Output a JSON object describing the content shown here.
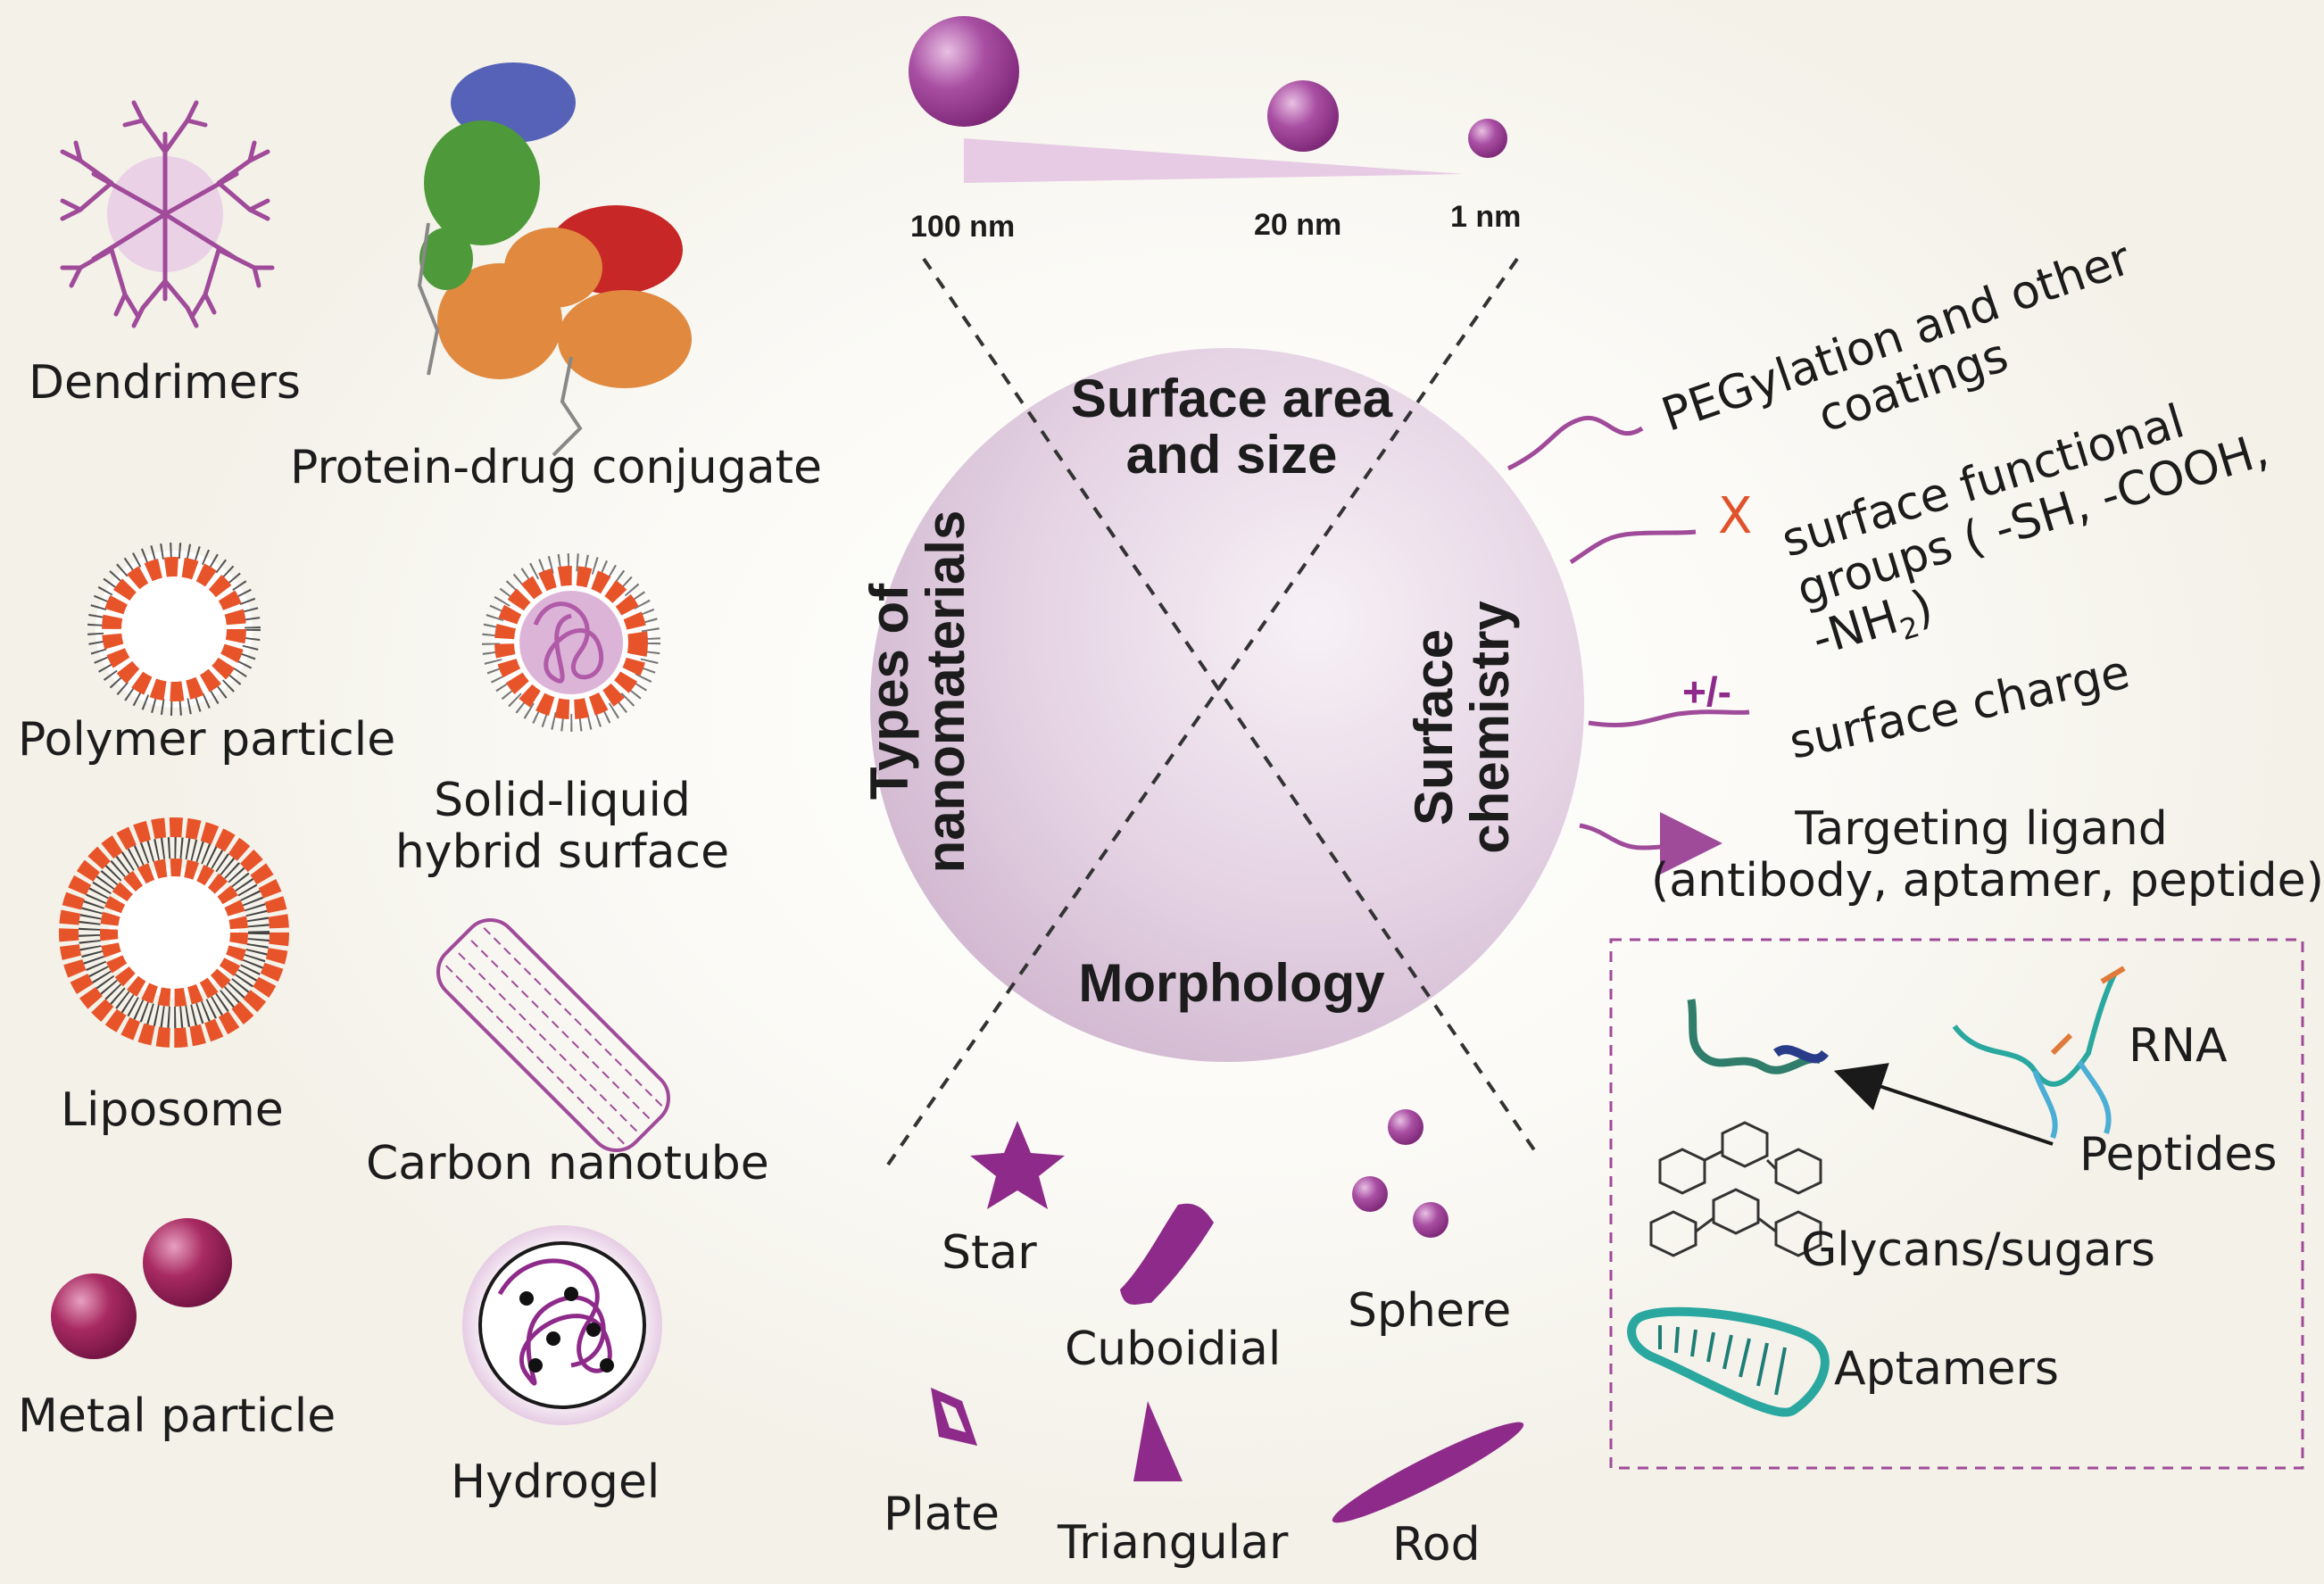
{
  "sizes": [
    "100 nm",
    "20 nm",
    "1 nm"
  ],
  "center": {
    "surface_area": "Surface area\nand size",
    "types": "Types of\nnanomaterials",
    "chemistry": "Surface\nchemistry",
    "morphology": "Morphology"
  },
  "nanomaterials": {
    "dendrimers": "Dendrimers",
    "protein_drug": "Protein-drug conjugate",
    "polymer": "Polymer particle",
    "solid_liquid": "Solid-liquid\nhybrid surface",
    "liposome": "Liposome",
    "carbon_nanotube": "Carbon nanotube",
    "metal": "Metal particle",
    "hydrogel": "Hydrogel"
  },
  "surface_chem": {
    "pegylation": "PEGylation and other\ncoatings",
    "x_mark": "X",
    "functional_groups_1": "surface functional",
    "functional_groups_2": "groups ( -SH, -COOH,",
    "functional_groups_3": "-NH",
    "nh2_sub": "2",
    "functional_groups_4": ")",
    "charge_symbol": "+/-",
    "charge": "surface charge",
    "targeting": "Targeting ligand\n(antibody, aptamer, peptide)"
  },
  "ligands": {
    "rna": "RNA",
    "peptides": "Peptides",
    "glycans": "Glycans/sugars",
    "aptamers": "Aptamers"
  },
  "morphology": {
    "star": "Star",
    "cuboidial": "Cuboidial",
    "sphere": "Sphere",
    "plate": "Plate",
    "triangular": "Triangular",
    "rod": "Rod"
  },
  "colors": {
    "purple": "#8e2a8a",
    "magenta_sphere": "#9a3d94",
    "orange": "#e8542a",
    "red_x": "#e0522a",
    "teal": "#2aa8a0"
  }
}
